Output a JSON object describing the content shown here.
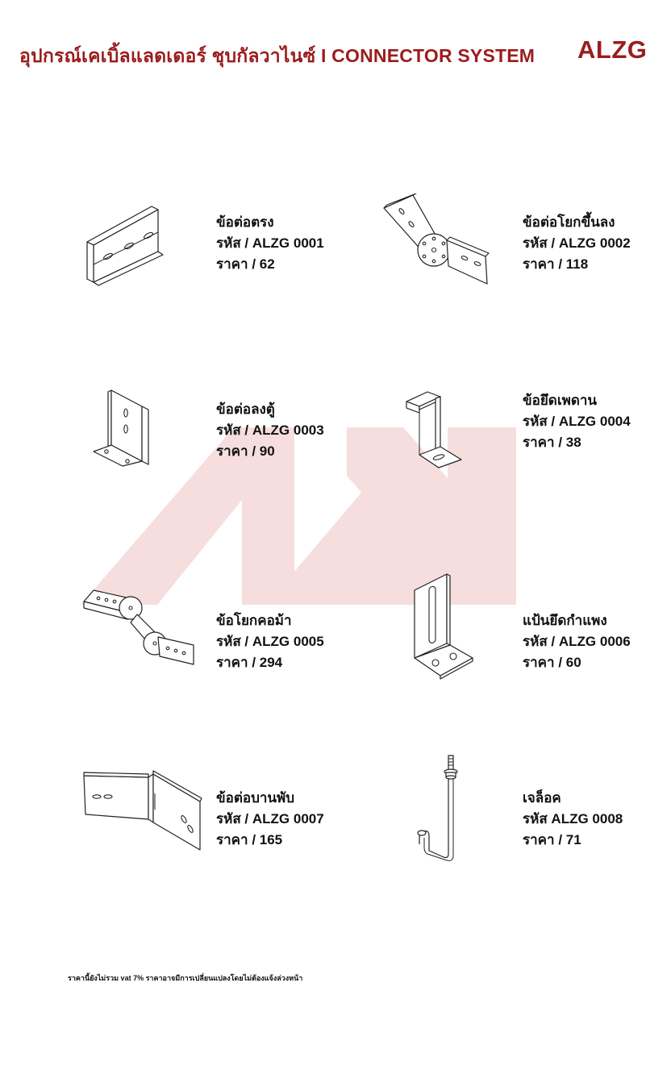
{
  "header": {
    "title": "อุปกรณ์เคเบิ้ลแลดเดอร์ ชุบกัลวาไนซ์ I CONNECTOR SYSTEM",
    "brand": "ALZG"
  },
  "colors": {
    "brand": "#9b1c1c",
    "watermark": "#f6dede",
    "text": "#111111"
  },
  "products": [
    {
      "name": "ข้อต่อตรง",
      "code": "รหัส / ALZG 0001",
      "price": "ราคา / 62",
      "icon": "straight-connector-icon"
    },
    {
      "name": "ข้อต่อโยกขึ้นลง",
      "code": "รหัส / ALZG 0002",
      "price": "ราคา / 118",
      "icon": "vertical-adjustable-connector-icon"
    },
    {
      "name": "ข้อต่อลงตู้",
      "code": "รหัส / ALZG 0003",
      "price": "ราคา / 90",
      "icon": "panel-drop-connector-icon"
    },
    {
      "name": "ข้อยึดเพดาน",
      "code": "รหัส / ALZG 0004",
      "price": "ราคา / 38",
      "icon": "ceiling-bracket-icon"
    },
    {
      "name": "ข้อโยกคอม้า",
      "code": "รหัส / ALZG 0005",
      "price": "ราคา / 294",
      "icon": "horse-neck-connector-icon"
    },
    {
      "name": "แป้นยึดกำแพง",
      "code": "รหัส / ALZG 0006",
      "price": "ราคา / 60",
      "icon": "wall-bracket-icon"
    },
    {
      "name": "ข้อต่อบานพับ",
      "code": "รหัส / ALZG 0007",
      "price": "ราคา / 165",
      "icon": "hinge-connector-icon"
    },
    {
      "name": "เจล็อค",
      "code": "รหัส ALZG 0008",
      "price": "ราคา / 71",
      "icon": "j-hook-bolt-icon"
    }
  ],
  "footnote": "ราคานี้ยังไม่รวม vat 7%  ราคาอาจมีการเปลี่ยนแปลงโดยไม่ต้องแจ้งล่วงหน้า"
}
